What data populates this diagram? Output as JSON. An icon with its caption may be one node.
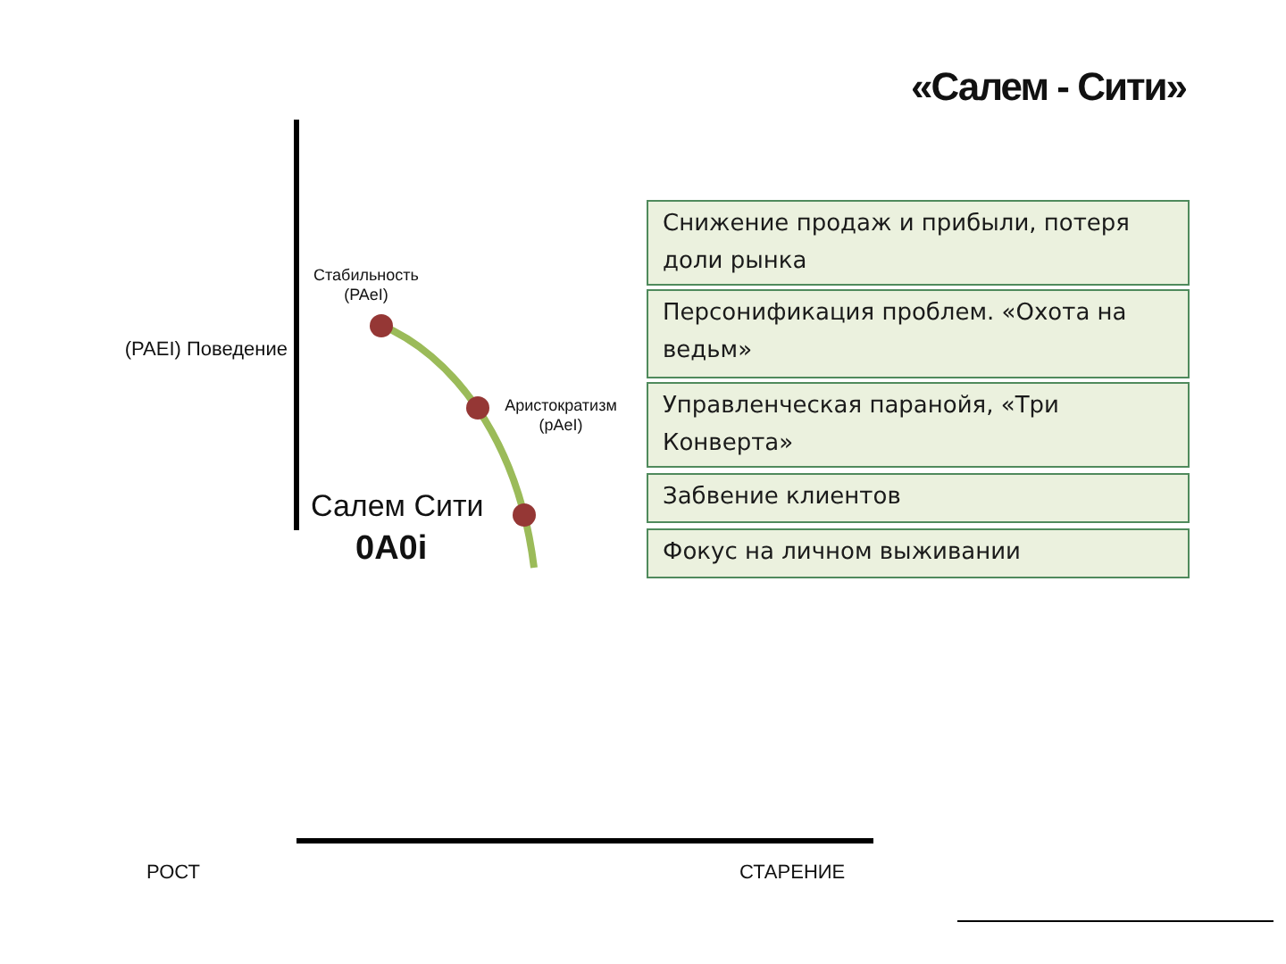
{
  "diagram": {
    "title": "«Салем - Сити»",
    "nodes": [
      {
        "text": [
          "Снижение продаж и прибыли, потеря доли рынка"
        ]
      },
      {
        "text": [
          "Персонификация проблем. «Охота на ведьм»"
        ]
      },
      {
        "text": [
          "Управленческая паранойя, «Три Конверта»"
        ]
      },
      {
        "text": [
          "Забвение клиентов"
        ]
      },
      {
        "text": [
          "Фокус на личном выживании"
        ]
      }
    ],
    "labels": [
      "Стабильность (PAeI)",
      "(PAEI) Поведение",
      "Аристократизм (pAeI)",
      "Салем Сити",
      "0A0i",
      "РОСТ",
      "СТАРЕНИЕ"
    ]
  }
}
